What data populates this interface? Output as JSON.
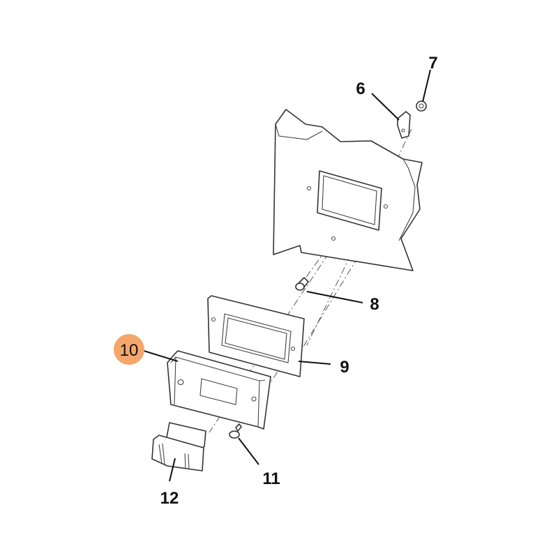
{
  "diagram": {
    "highlight_color": "#f5a66b",
    "highlighted_part": "10",
    "callouts": [
      {
        "id": "6",
        "label": "6"
      },
      {
        "id": "7",
        "label": "7"
      },
      {
        "id": "8",
        "label": "8"
      },
      {
        "id": "9",
        "label": "9"
      },
      {
        "id": "10",
        "label": "10"
      },
      {
        "id": "11",
        "label": "11"
      },
      {
        "id": "12",
        "label": "12"
      }
    ]
  }
}
